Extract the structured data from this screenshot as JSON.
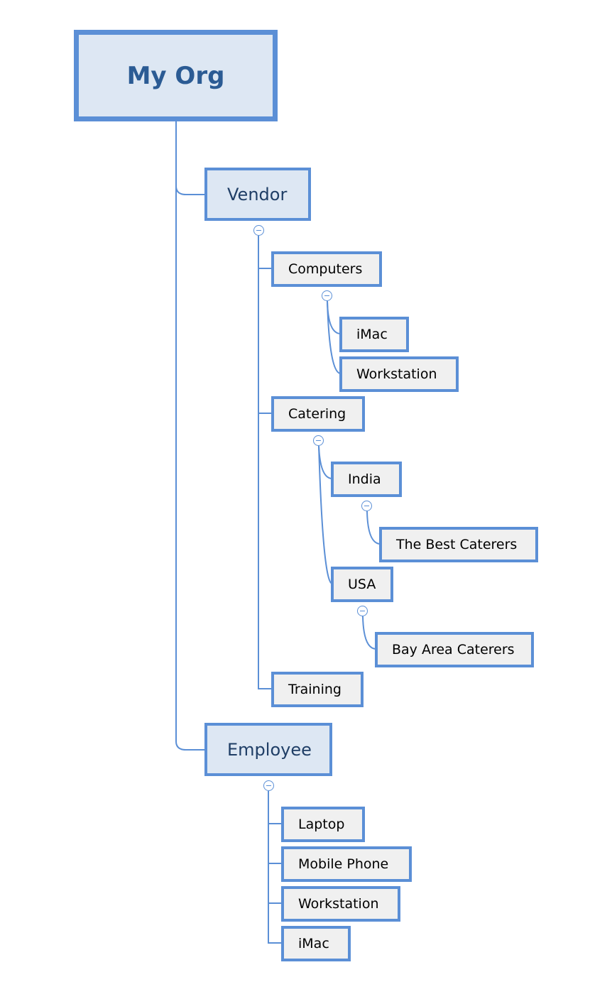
{
  "colors": {
    "line": "#5b8fd6",
    "root_fill": "#dde7f3",
    "leaf_fill": "#f0f0f0",
    "root_text": "#2b5b94",
    "l1_text": "#1f3e66"
  },
  "tree": {
    "root": {
      "label": "My  Org"
    },
    "vendor": {
      "label": "Vendor",
      "computers": {
        "label": "Computers",
        "children": [
          "iMac",
          "Workstation"
        ]
      },
      "catering": {
        "label": "Catering",
        "india": {
          "label": "India",
          "children": [
            "The Best Caterers"
          ]
        },
        "usa": {
          "label": "USA",
          "children": [
            "Bay Area Caterers"
          ]
        }
      },
      "training": {
        "label": "Training"
      }
    },
    "employee": {
      "label": "Employee",
      "children": [
        "Laptop",
        "Mobile Phone",
        "Workstation",
        "iMac"
      ]
    }
  },
  "icons": {
    "collapse": "minus-circle-icon"
  }
}
